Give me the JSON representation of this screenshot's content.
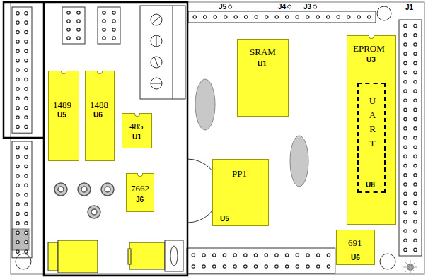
{
  "diagram": {
    "nodes": [
      {
        "text": [
          "SRAM",
          "U1"
        ]
      },
      {
        "text": [
          "EPROM",
          "U3"
        ]
      },
      {
        "text": [
          "UART",
          "U8"
        ],
        "in": 1
      },
      {
        "text": [
          "1489",
          "U5"
        ]
      },
      {
        "text": [
          "1488",
          "U6"
        ]
      },
      {
        "text": [
          "485",
          "U1"
        ]
      },
      {
        "text": [
          "7662",
          "J6"
        ]
      },
      {
        "text": [
          "PP1",
          "U5"
        ]
      },
      {
        "text": [
          "691",
          "U6"
        ]
      }
    ],
    "labels": [
      "J5",
      "J4",
      "J3",
      "J1"
    ]
  }
}
